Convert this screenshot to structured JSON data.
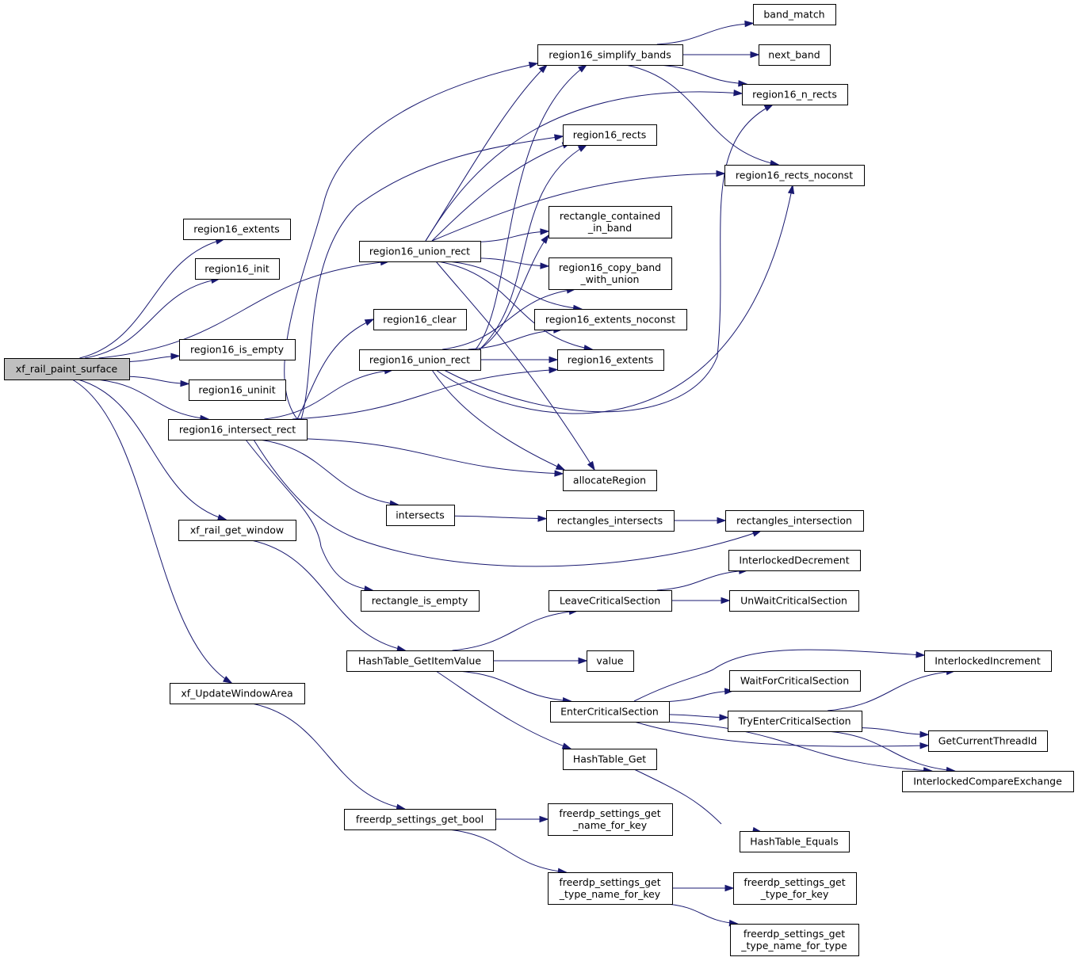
{
  "nodes": [
    {
      "id": "root",
      "lines": [
        "xf_rail_paint_surface"
      ],
      "root": true
    },
    {
      "id": "ext1",
      "lines": [
        "region16_extents"
      ]
    },
    {
      "id": "init",
      "lines": [
        "region16_init"
      ]
    },
    {
      "id": "isempty",
      "lines": [
        "region16_is_empty"
      ]
    },
    {
      "id": "uninit",
      "lines": [
        "region16_uninit"
      ]
    },
    {
      "id": "intersect",
      "lines": [
        "region16_intersect_rect"
      ]
    },
    {
      "id": "getwin",
      "lines": [
        "xf_rail_get_window"
      ]
    },
    {
      "id": "updwin",
      "lines": [
        "xf_UpdateWindowArea"
      ]
    },
    {
      "id": "union1",
      "lines": [
        "region16_union_rect"
      ]
    },
    {
      "id": "clear",
      "lines": [
        "region16_clear"
      ]
    },
    {
      "id": "union2",
      "lines": [
        "region16_union_rect"
      ]
    },
    {
      "id": "intersects",
      "lines": [
        "intersects"
      ]
    },
    {
      "id": "rectempty",
      "lines": [
        "rectangle_is_empty"
      ]
    },
    {
      "id": "htget",
      "lines": [
        "HashTable_GetItemValue"
      ]
    },
    {
      "id": "getbool",
      "lines": [
        "freerdp_settings_get_bool"
      ]
    },
    {
      "id": "simplify",
      "lines": [
        "region16_simplify_bands"
      ]
    },
    {
      "id": "rects",
      "lines": [
        "region16_rects"
      ]
    },
    {
      "id": "rcib",
      "lines": [
        "rectangle_contained",
        "_in_band"
      ]
    },
    {
      "id": "copyband",
      "lines": [
        "region16_copy_band",
        "_with_union"
      ]
    },
    {
      "id": "extnc",
      "lines": [
        "region16_extents_noconst"
      ]
    },
    {
      "id": "ext2",
      "lines": [
        "region16_extents"
      ]
    },
    {
      "id": "alloc",
      "lines": [
        "allocateRegion"
      ]
    },
    {
      "id": "rectsint",
      "lines": [
        "rectangles_intersects"
      ]
    },
    {
      "id": "leavecs",
      "lines": [
        "LeaveCriticalSection"
      ]
    },
    {
      "id": "value",
      "lines": [
        "value"
      ]
    },
    {
      "id": "entercs",
      "lines": [
        "EnterCriticalSection"
      ]
    },
    {
      "id": "htg",
      "lines": [
        "HashTable_Get"
      ]
    },
    {
      "id": "namekey",
      "lines": [
        "freerdp_settings_get",
        "_name_for_key"
      ]
    },
    {
      "id": "typenamekey",
      "lines": [
        "freerdp_settings_get",
        "_type_name_for_key"
      ]
    },
    {
      "id": "bandmatch",
      "lines": [
        "band_match"
      ]
    },
    {
      "id": "nextband",
      "lines": [
        "next_band"
      ]
    },
    {
      "id": "nrects",
      "lines": [
        "region16_n_rects"
      ]
    },
    {
      "id": "rectsnc",
      "lines": [
        "region16_rects_noconst"
      ]
    },
    {
      "id": "rectsinter",
      "lines": [
        "rectangles_intersection"
      ]
    },
    {
      "id": "ildec",
      "lines": [
        "InterlockedDecrement"
      ]
    },
    {
      "id": "unwait",
      "lines": [
        "UnWaitCriticalSection"
      ]
    },
    {
      "id": "ilinc",
      "lines": [
        "InterlockedIncrement"
      ]
    },
    {
      "id": "waitcs",
      "lines": [
        "WaitForCriticalSection"
      ]
    },
    {
      "id": "tryenter",
      "lines": [
        "TryEnterCriticalSection"
      ]
    },
    {
      "id": "getthread",
      "lines": [
        "GetCurrentThreadId"
      ]
    },
    {
      "id": "ilcmp",
      "lines": [
        "InterlockedCompareExchange"
      ]
    },
    {
      "id": "hteq",
      "lines": [
        "HashTable_Equals"
      ]
    },
    {
      "id": "typekey",
      "lines": [
        "freerdp_settings_get",
        "_type_for_key"
      ]
    },
    {
      "id": "typenametype",
      "lines": [
        "freerdp_settings_get",
        "_type_name_for_type"
      ]
    }
  ],
  "edges": [
    {
      "from": "root",
      "to": "ext1"
    },
    {
      "from": "root",
      "to": "init"
    },
    {
      "from": "root",
      "to": "isempty"
    },
    {
      "from": "root",
      "to": "uninit"
    },
    {
      "from": "root",
      "to": "union1"
    },
    {
      "from": "root",
      "to": "intersect"
    },
    {
      "from": "root",
      "to": "getwin"
    },
    {
      "from": "root",
      "to": "updwin"
    },
    {
      "from": "union1",
      "to": "simplify"
    },
    {
      "from": "union1",
      "to": "rects"
    },
    {
      "from": "union1",
      "to": "rcib"
    },
    {
      "from": "union1",
      "to": "copyband"
    },
    {
      "from": "union1",
      "to": "extnc"
    },
    {
      "from": "union1",
      "to": "ext2"
    },
    {
      "from": "union1",
      "to": "alloc"
    },
    {
      "from": "union1",
      "to": "nrects"
    },
    {
      "from": "union1",
      "to": "rectsnc"
    },
    {
      "from": "intersect",
      "to": "simplify"
    },
    {
      "from": "intersect",
      "to": "rects"
    },
    {
      "from": "intersect",
      "to": "clear"
    },
    {
      "from": "intersect",
      "to": "union2"
    },
    {
      "from": "intersect",
      "to": "ext2"
    },
    {
      "from": "intersect",
      "to": "alloc"
    },
    {
      "from": "intersect",
      "to": "intersects"
    },
    {
      "from": "intersect",
      "to": "rectempty"
    },
    {
      "from": "intersect",
      "to": "rectsinter"
    },
    {
      "from": "union2",
      "to": "simplify"
    },
    {
      "from": "union2",
      "to": "rects"
    },
    {
      "from": "union2",
      "to": "rcib"
    },
    {
      "from": "union2",
      "to": "copyband"
    },
    {
      "from": "union2",
      "to": "extnc"
    },
    {
      "from": "union2",
      "to": "ext2"
    },
    {
      "from": "union2",
      "to": "alloc"
    },
    {
      "from": "union2",
      "to": "nrects"
    },
    {
      "from": "union2",
      "to": "rectsnc"
    },
    {
      "from": "simplify",
      "to": "bandmatch"
    },
    {
      "from": "simplify",
      "to": "nextband"
    },
    {
      "from": "simplify",
      "to": "nrects"
    },
    {
      "from": "simplify",
      "to": "rectsnc"
    },
    {
      "from": "intersects",
      "to": "rectsint"
    },
    {
      "from": "rectsint",
      "to": "rectsinter"
    },
    {
      "from": "getwin",
      "to": "htget"
    },
    {
      "from": "htget",
      "to": "leavecs"
    },
    {
      "from": "htget",
      "to": "value"
    },
    {
      "from": "htget",
      "to": "entercs"
    },
    {
      "from": "htget",
      "to": "htg"
    },
    {
      "from": "leavecs",
      "to": "ildec"
    },
    {
      "from": "leavecs",
      "to": "unwait"
    },
    {
      "from": "entercs",
      "to": "ilinc"
    },
    {
      "from": "entercs",
      "to": "waitcs"
    },
    {
      "from": "entercs",
      "to": "tryenter"
    },
    {
      "from": "entercs",
      "to": "getthread"
    },
    {
      "from": "entercs",
      "to": "ilcmp"
    },
    {
      "from": "tryenter",
      "to": "ilinc"
    },
    {
      "from": "tryenter",
      "to": "getthread"
    },
    {
      "from": "tryenter",
      "to": "ilcmp"
    },
    {
      "from": "htg",
      "to": "hteq"
    },
    {
      "from": "updwin",
      "to": "getbool"
    },
    {
      "from": "getbool",
      "to": "namekey"
    },
    {
      "from": "getbool",
      "to": "typenamekey"
    },
    {
      "from": "typenamekey",
      "to": "typekey"
    },
    {
      "from": "typenamekey",
      "to": "typenametype"
    }
  ]
}
